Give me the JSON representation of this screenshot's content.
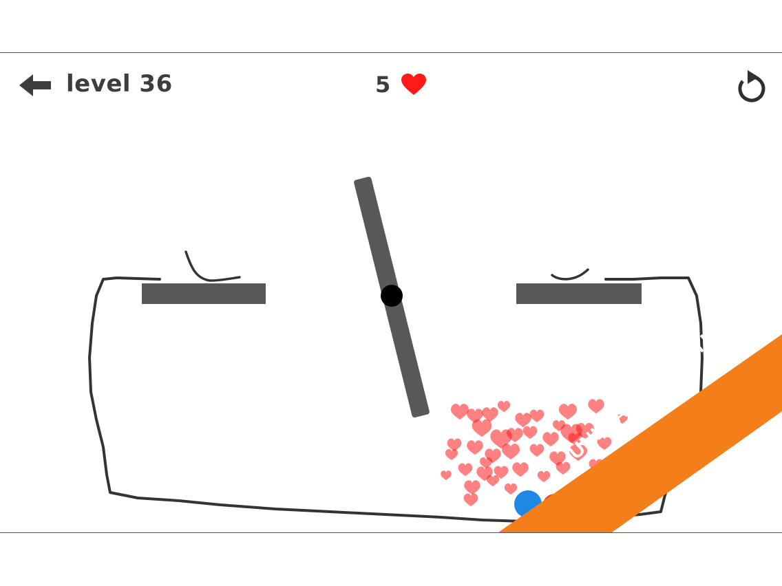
{
  "header": {
    "back_icon": "arrow-left-icon",
    "level_label": "level 36",
    "hearts_count": "5",
    "heart_icon": "heart-icon",
    "restart_icon": "restart-icon"
  },
  "banner": {
    "text": "UNLEASH CREATIVITY",
    "color": "#F47F1A"
  },
  "colors": {
    "platform": "#58575A",
    "pivot": "#000000",
    "drawn_line": "#333333",
    "heart": "#FF1A1A",
    "ball_blue": "#1E88E5",
    "ball_red": "#E53935"
  }
}
